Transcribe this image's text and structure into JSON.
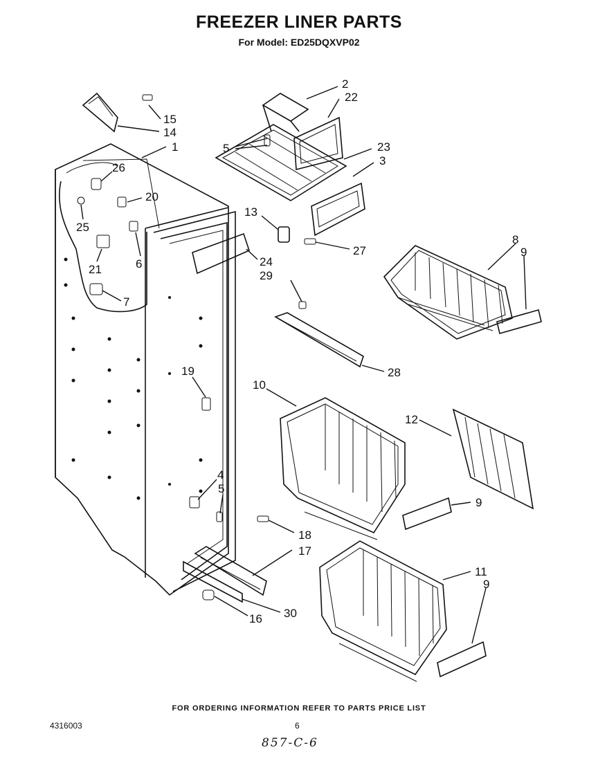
{
  "header": {
    "title": "FREEZER LINER PARTS",
    "subtitle": "For Model: ED25DQXVP02"
  },
  "callouts": [
    {
      "id": "c2",
      "label": "2"
    },
    {
      "id": "c22",
      "label": "22"
    },
    {
      "id": "c5a",
      "label": "5"
    },
    {
      "id": "c23",
      "label": "23"
    },
    {
      "id": "c3",
      "label": "3"
    },
    {
      "id": "c15",
      "label": "15"
    },
    {
      "id": "c14",
      "label": "14"
    },
    {
      "id": "c1",
      "label": "1"
    },
    {
      "id": "c26",
      "label": "26"
    },
    {
      "id": "c20",
      "label": "20"
    },
    {
      "id": "c25",
      "label": "25"
    },
    {
      "id": "c21",
      "label": "21"
    },
    {
      "id": "c6",
      "label": "6"
    },
    {
      "id": "c7",
      "label": "7"
    },
    {
      "id": "c13",
      "label": "13"
    },
    {
      "id": "c27",
      "label": "27"
    },
    {
      "id": "c24",
      "label": "24"
    },
    {
      "id": "c29",
      "label": "29"
    },
    {
      "id": "c28",
      "label": "28"
    },
    {
      "id": "c8",
      "label": "8"
    },
    {
      "id": "c9a",
      "label": "9"
    },
    {
      "id": "c10",
      "label": "10"
    },
    {
      "id": "c12",
      "label": "12"
    },
    {
      "id": "c9b",
      "label": "9"
    },
    {
      "id": "c19",
      "label": "19"
    },
    {
      "id": "c4",
      "label": "4"
    },
    {
      "id": "c5b",
      "label": "5"
    },
    {
      "id": "c18",
      "label": "18"
    },
    {
      "id": "c17",
      "label": "17"
    },
    {
      "id": "c30",
      "label": "30"
    },
    {
      "id": "c16",
      "label": "16"
    },
    {
      "id": "c11",
      "label": "11"
    },
    {
      "id": "c9c",
      "label": "9"
    }
  ],
  "footer": {
    "ordering_note": "FOR ORDERING INFORMATION REFER TO PARTS PRICE LIST",
    "doc_number": "4316003",
    "page_number": "6",
    "handwritten_code": "857-C-6"
  }
}
